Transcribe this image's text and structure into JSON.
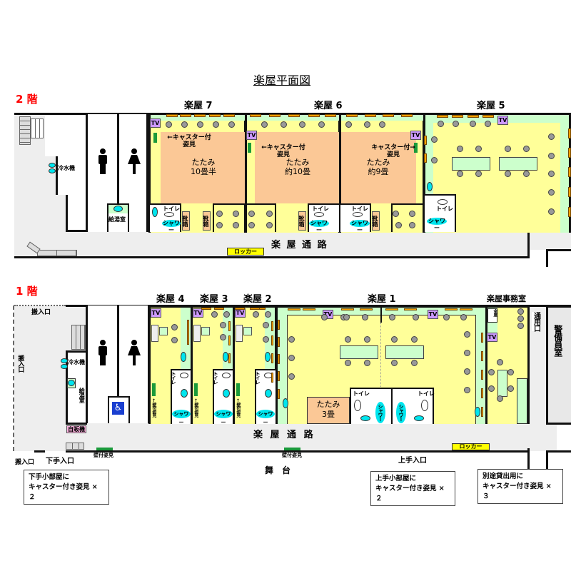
{
  "title": "楽屋平面図",
  "tv": "TV",
  "floor2": {
    "label": "2 階",
    "rooms": {
      "r7": "楽屋 7",
      "r6": "楽屋 6",
      "r5": "楽屋 5"
    },
    "cold_water": "冷水機",
    "kyuto": "給湯室",
    "mirror_left": "←キャスター付",
    "mirror_right": "キャスター付→",
    "mirror_sub": "姿見",
    "tatami": "たたみ",
    "tatami_a": "10畳半",
    "tatami_b": "約10畳",
    "tatami_c": "約9畳",
    "toilet": "トイレ",
    "shower": "シャワー",
    "shoe_box": "靴箱",
    "corridor": "楽 屋 通 路",
    "locker": "ロッカー"
  },
  "floor1": {
    "label": "1 階",
    "rooms": {
      "r4": "楽屋 4",
      "r3": "楽屋 3",
      "r2": "楽屋 2",
      "r1": "楽屋 1",
      "office": "楽屋事務室"
    },
    "loading_top": "搬入口",
    "loading_side": "搬入口",
    "loading_bottom": "搬入口",
    "cold_water": "冷水機",
    "kyuto": "給湯室",
    "vending": "自販機",
    "wall_mirror_v": "↑壁付姿見",
    "toilet": "トイレ",
    "shower": "シャワー",
    "tatami": "たたみ",
    "tatami_size": "3畳",
    "safe": "金庫",
    "service_entrance": "通用口",
    "guard_room": "警備員室",
    "corridor": "楽 屋 通 路",
    "wall_mirror": "壁付姿見",
    "locker": "ロッカー",
    "stage_left_entrance": "下手入口",
    "stage": "舞　台",
    "stage_right_entrance": "上手入口",
    "notes": [
      [
        "下手小部屋に",
        "キャスター付き姿見 ×２"
      ],
      [
        "上手小部屋に",
        "キャスター付き姿見 ×２"
      ],
      [
        "別途貸出用に",
        "キャスター付き姿見 ×３"
      ]
    ]
  }
}
